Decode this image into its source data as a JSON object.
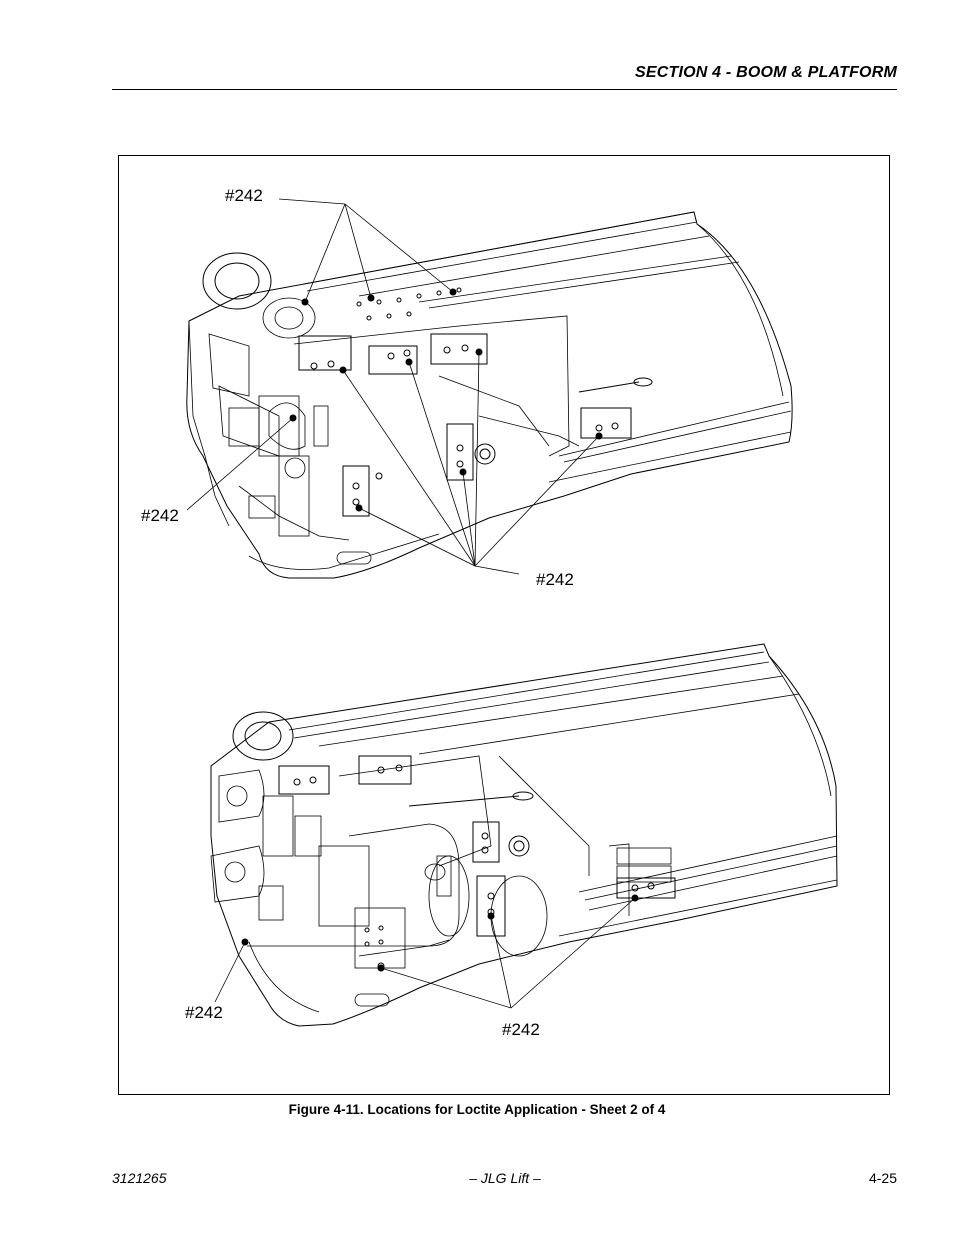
{
  "header": {
    "section_title": "SECTION 4 - BOOM & PLATFORM"
  },
  "figure": {
    "callouts": {
      "top_upper": "#242",
      "top_left": "#242",
      "top_right": "#242",
      "bottom_left": "#242",
      "bottom_right": "#242"
    },
    "caption": "Figure 4-11.  Locations for Loctite Application - Sheet 2 of 4"
  },
  "footer": {
    "doc_number": "3121265",
    "publisher": "– JLG Lift –",
    "page_number": "4-25"
  }
}
